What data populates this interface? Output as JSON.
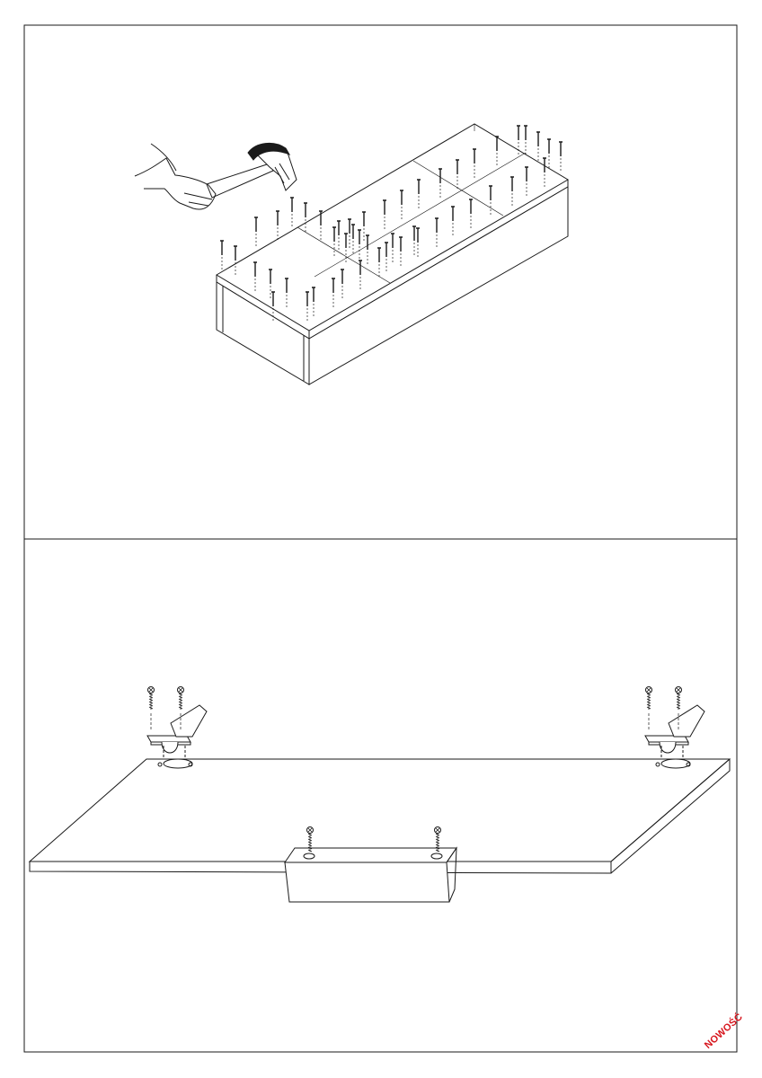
{
  "document": {
    "brand_text": "NOWOŚĆ",
    "colors": {
      "line": "#1a1a1a",
      "brand": "#d7161e",
      "background": "#ffffff"
    },
    "steps": [
      {
        "id": "step-1",
        "description_icon": "hammer-nails-icon"
      },
      {
        "id": "step-2",
        "description_icon": "screwdriver-hinge-icon"
      }
    ]
  }
}
